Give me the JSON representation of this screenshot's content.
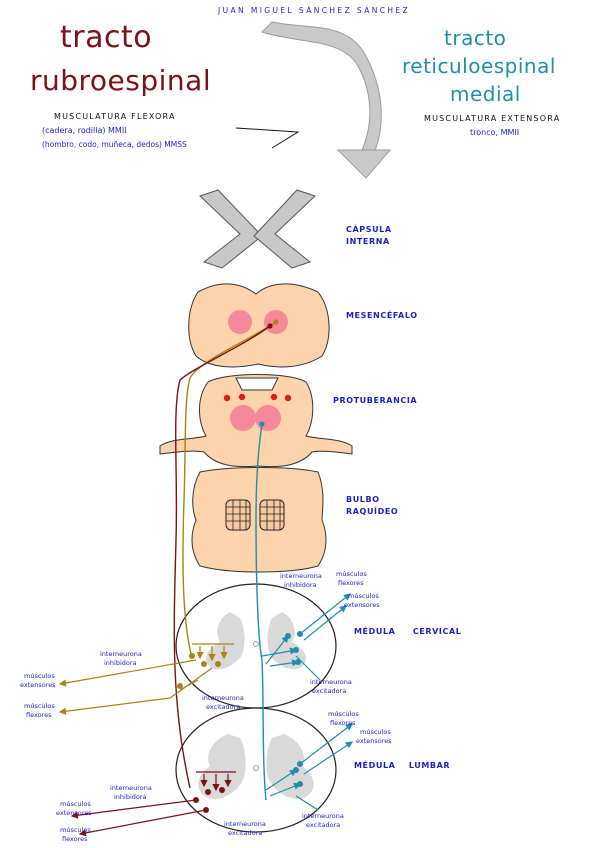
{
  "author": "JUAN MIGUEL SÁNCHEZ SÁNCHEZ",
  "left_tract": {
    "title_line1": "tracto",
    "title_line2": "rubroespinal",
    "musculature": "MUSCULATURA FLEXORA",
    "note1": "(cadera, rodilla) MMII",
    "note2": "(hombro, codo, muñeca, dedos) MMSS"
  },
  "right_tract": {
    "title_line1": "tracto",
    "title_line2": "reticuloespinal",
    "title_line3": "medial",
    "musculature": "MUSCULATURA EXTENSORA",
    "note": "tronco, MMII"
  },
  "regions": {
    "capsula_line1": "CÁPSULA",
    "capsula_line2": "INTERNA",
    "mesencefalo": "MESENCÉFALO",
    "protuberancia": "PROTUBERANCIA",
    "bulbo_line1": "BULBO",
    "bulbo_line2": "RAQUÍDEO",
    "cervical": "MÉDULA CERVICAL",
    "lumbar": "MÉDULA LUMBAR"
  },
  "cervical_labels": {
    "inh_left_1": "interneurona",
    "inh_left_2": "inhibidora",
    "ext_left_1": "músculos",
    "ext_left_2": "extensores",
    "flex_left_1": "músculos",
    "flex_left_2": "flexores",
    "exc_left_1": "interneurona",
    "exc_left_2": "excitadora",
    "inh_right_1": "interneurona",
    "inh_right_2": "inhibidora",
    "flex_right_1": "músculos",
    "flex_right_2": "flexores",
    "ext_right_1": "músculos",
    "ext_right_2": "extensores",
    "exc_right_1": "interneurona",
    "exc_right_2": "excitadora"
  },
  "lumbar_labels": {
    "inh_left_1": "interneurona",
    "inh_left_2": "inhibidora",
    "ext_left_1": "músculos",
    "ext_left_2": "extensores",
    "flex_left_1": "músculos",
    "flex_left_2": "flexores",
    "exc_left_1": "interneurona",
    "exc_left_2": "excitadora",
    "flex_right_1": "músculos",
    "flex_right_2": "flexores",
    "ext_right_1": "músculos",
    "ext_right_2": "extensores",
    "exc_right_1": "interneurona",
    "exc_right_2": "excitadora"
  },
  "colors": {
    "rubro": "#7a1218",
    "reticulo": "#1f8fa6",
    "cervical_rubro": "#a68416",
    "brainstem": "#fcd3aa",
    "label_blue": "#1c1fc4"
  }
}
